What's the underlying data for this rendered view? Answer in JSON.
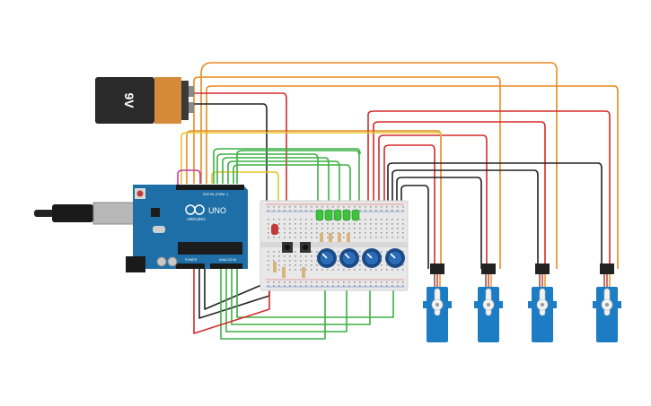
{
  "battery": {
    "label": "9V"
  },
  "arduino": {
    "logo": "UNO",
    "brand": "ARDUINO",
    "digital_label": "DIGITAL (PWM ~)",
    "power_label": "POWER",
    "analog_label": "ANALOG IN"
  },
  "components": {
    "leds": 5,
    "potentiometers": 4,
    "servos": 4,
    "buttons": 2
  },
  "colors": {
    "wire_orange": "#e98a1e",
    "wire_red": "#d42b2b",
    "wire_black": "#222222",
    "wire_green": "#3cb043",
    "wire_yellow": "#e8c42a",
    "wire_magenta": "#c03aa8",
    "board_blue": "#1e6fa8",
    "servo_blue": "#1c7dc4",
    "pot_blue": "#2a6cb8",
    "battery_orange": "#d58a3a"
  }
}
